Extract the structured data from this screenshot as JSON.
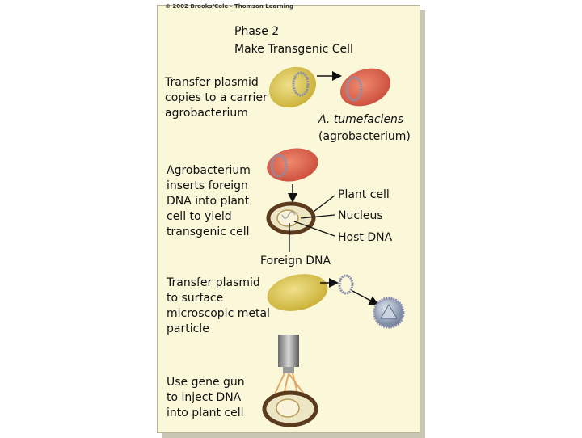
{
  "credit": "© 2002 Brooks/Cole - Thomson Learning",
  "title_line1": "Phase 2",
  "title_line2": "Make Transgenic Cell",
  "step1": "Transfer plasmid\ncopies to a carrier\nagrobacterium",
  "organism_name": "A. tumefaciens",
  "organism_common": "(agrobacterium)",
  "step2": "Agrobacterium\ninserts foreign\nDNA into plant\ncell to yield\ntransgenic cell",
  "label_plant_cell": "Plant cell",
  "label_nucleus": "Nucleus",
  "label_host_dna": "Host DNA",
  "label_foreign_dna": "Foreign DNA",
  "step3": "Transfer plasmid\nto surface\nmicroscopic metal\nparticle",
  "step4": "Use gene gun\nto inject DNA\ninto plant cell",
  "colors": {
    "panel": "#fbf7d9",
    "yellow_bacterium": "#d9c24a",
    "red_bacterium": "#d9604a",
    "plasmid": "#8a8fb0"
  }
}
